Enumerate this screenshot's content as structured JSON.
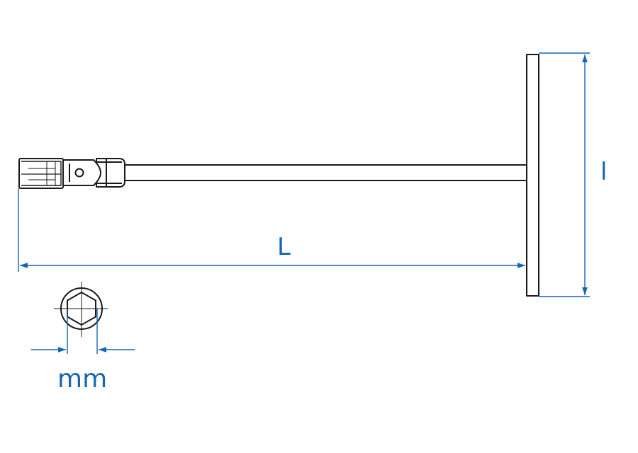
{
  "dimensions": {
    "length_label": "L",
    "handle_label": "l",
    "size_unit_label": "mm"
  },
  "colors": {
    "outline": "#1a1a1a",
    "dimension": "#1565b4"
  },
  "icons": [
    "t-handle-wrench-icon",
    "hex-socket-end-view-icon",
    "dimension-arrow-icon"
  ]
}
